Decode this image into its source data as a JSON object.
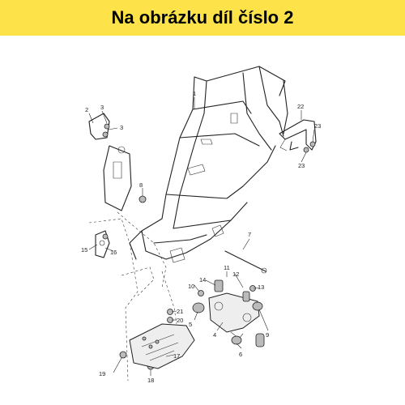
{
  "banner": {
    "text": "Na obrázku díl číslo 2",
    "color": "#fde24a"
  },
  "diagram": {
    "callouts": [
      "1",
      "2",
      "3",
      "3",
      "4",
      "5",
      "6",
      "7",
      "8",
      "9",
      "10",
      "11",
      "12",
      "13",
      "14",
      "15",
      "16",
      "17",
      "18",
      "19",
      "20",
      "21",
      "22",
      "23",
      "23"
    ]
  }
}
